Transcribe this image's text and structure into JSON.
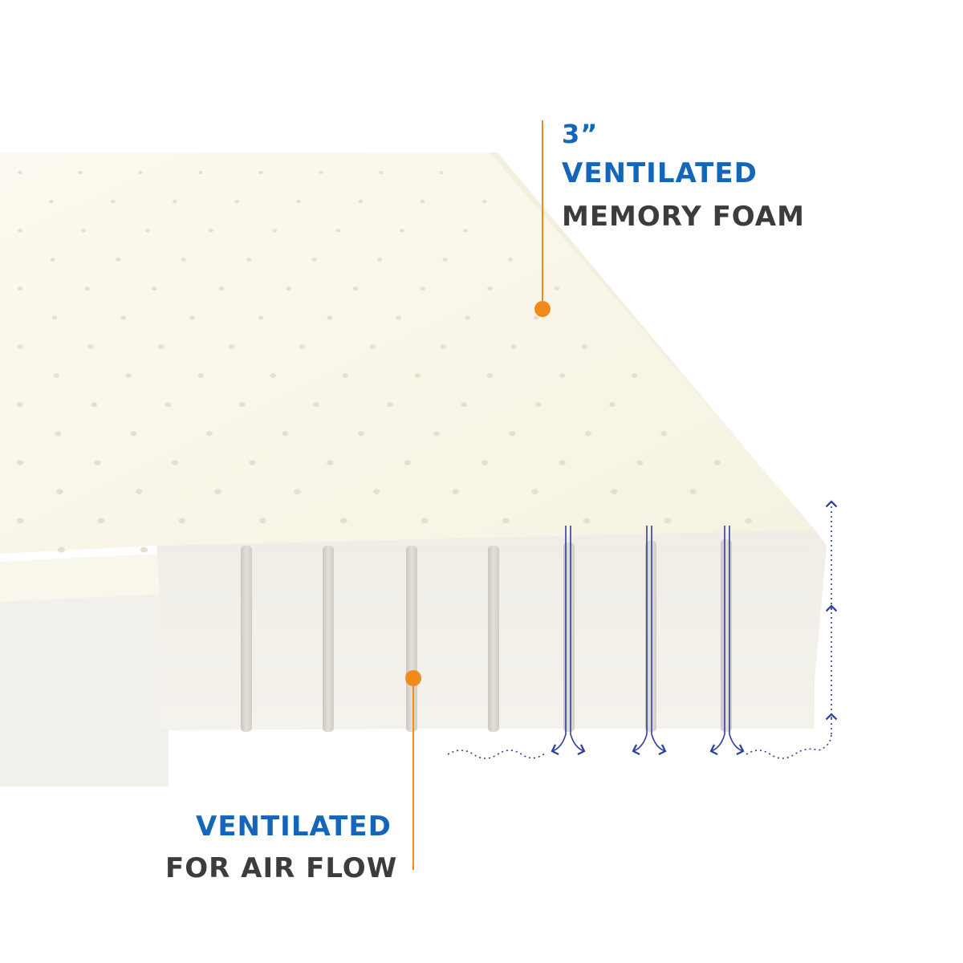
{
  "top_callout": {
    "line1": "3”",
    "line2": "VENTILATED",
    "line3": "MEMORY FOAM"
  },
  "bottom_callout": {
    "line1": "VENTILATED",
    "line2": "FOR AIR FLOW"
  },
  "colors": {
    "accent_blue": "#1565b8",
    "callout_orange": "#f08a1c",
    "text_gray": "#3c3c3c",
    "foam_top": "#fbf8ec",
    "foam_side": "#f0eee6",
    "airflow_arrow": "#2f3f9e"
  },
  "icons": [
    "airflow-up-arrow-icon",
    "airflow-down-arrow-icon",
    "wavy-airflow-icon"
  ]
}
